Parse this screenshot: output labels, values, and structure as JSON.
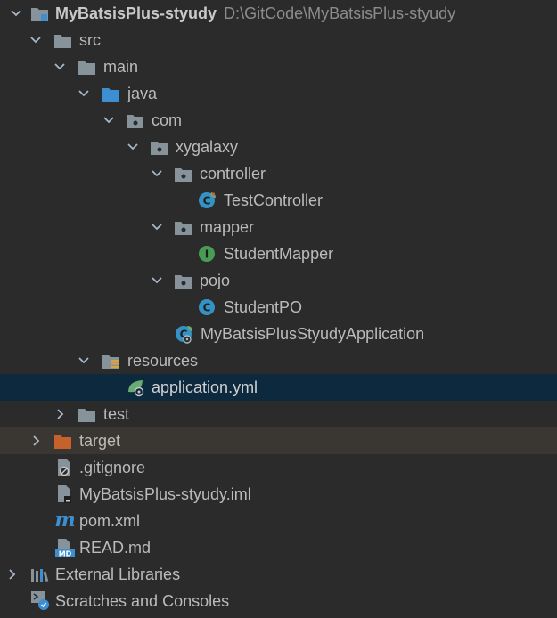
{
  "tree": {
    "root": {
      "name": "MyBatsisPlus-styudy",
      "path": "D:\\GitCode\\MyBatsisPlus-styudy"
    },
    "src": "src",
    "main": "main",
    "java": "java",
    "com": "com",
    "xygalaxy": "xygalaxy",
    "controller": "controller",
    "test_controller": "TestController",
    "mapper": "mapper",
    "student_mapper": "StudentMapper",
    "pojo": "pojo",
    "student_po": "StudentPO",
    "application_class": "MyBatsisPlusStyudyApplication",
    "resources": "resources",
    "application_yml": "application.yml",
    "test": "test",
    "target": "target",
    "gitignore": ".gitignore",
    "iml": "MyBatsisPlus-styudy.iml",
    "pom": "pom.xml",
    "readme": "READ.md",
    "external_libraries": "External Libraries",
    "scratches": "Scratches and Consoles"
  },
  "icon_text": {
    "class": "C",
    "interface": "I",
    "maven": "m",
    "md": "MD"
  },
  "colors": {
    "background": "#2b2b2b",
    "selected_row": "#0d293e",
    "excluded_row": "#3a3631",
    "folder": "#87939a",
    "source_folder": "#3d8fd1",
    "target_folder": "#c5612b",
    "class_icon": "#3592c4",
    "interface_icon": "#499c54",
    "spring_leaf": "#6aab73"
  }
}
